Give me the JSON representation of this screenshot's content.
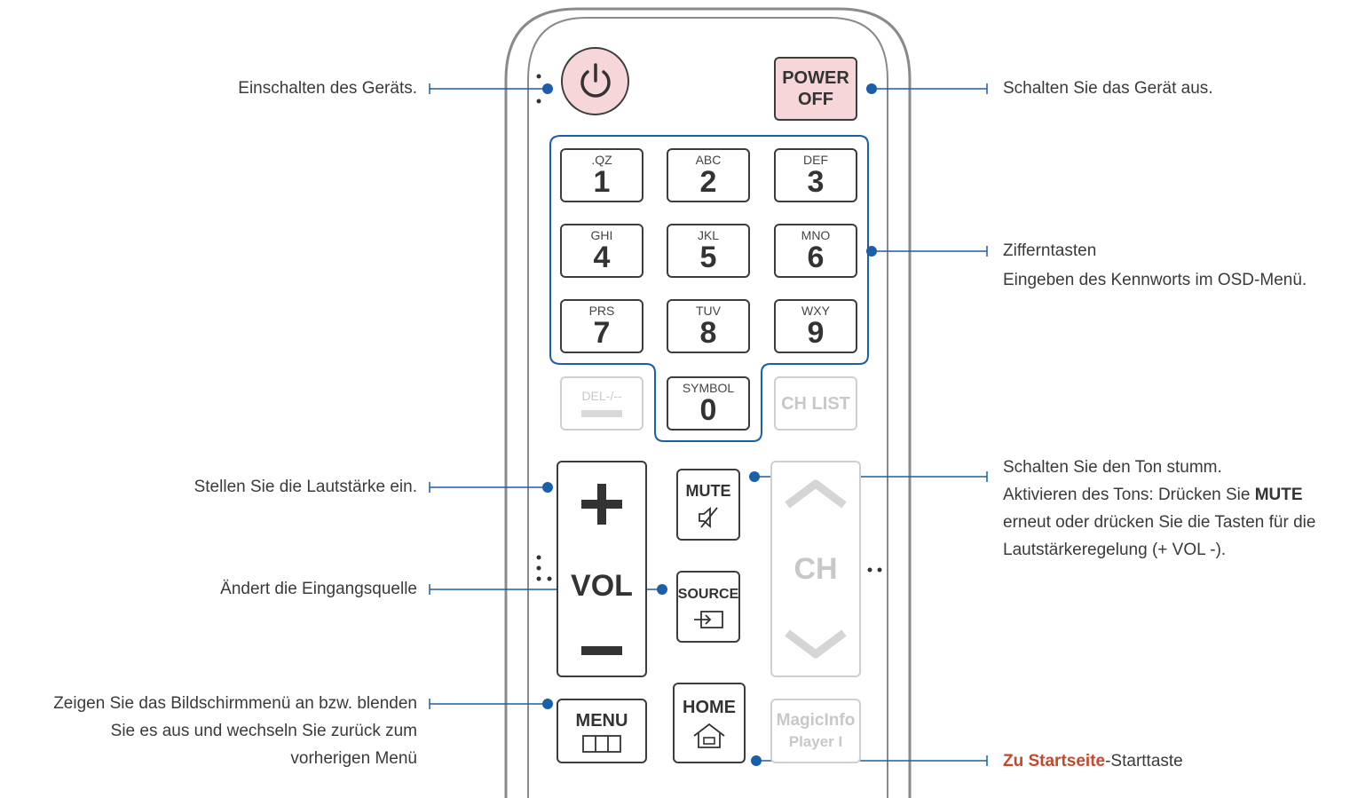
{
  "colors": {
    "line": "#1b5fa8",
    "power_bg": "#f6d6d8",
    "accent": "#c8472a",
    "outline": "#8a8a8a",
    "dim": "#cfcfcf"
  },
  "buttons": {
    "power_icon": "power-icon",
    "power_off": [
      "POWER",
      "OFF"
    ],
    "keypad": [
      {
        "letters": ".QZ",
        "digit": "1"
      },
      {
        "letters": "ABC",
        "digit": "2"
      },
      {
        "letters": "DEF",
        "digit": "3"
      },
      {
        "letters": "GHI",
        "digit": "4"
      },
      {
        "letters": "JKL",
        "digit": "5"
      },
      {
        "letters": "MNO",
        "digit": "6"
      },
      {
        "letters": "PRS",
        "digit": "7"
      },
      {
        "letters": "TUV",
        "digit": "8"
      },
      {
        "letters": "WXY",
        "digit": "9"
      }
    ],
    "del": "DEL-/--",
    "symbol": {
      "letters": "SYMBOL",
      "digit": "0"
    },
    "ch_list": "CH LIST",
    "vol": "VOL",
    "mute": "MUTE",
    "source": "SOURCE",
    "ch": "CH",
    "menu": "MENU",
    "home": "HOME",
    "magicinfo": [
      "MagicInfo",
      "Player I"
    ]
  },
  "labels": {
    "power_on": "Einschalten des Geräts.",
    "power_off": "Schalten Sie das Gerät aus.",
    "keypad_title": "Zifferntasten",
    "keypad_desc": "Eingeben des Kennworts im OSD-Menü.",
    "volume": "Stellen Sie die Lautstärke ein.",
    "mute_line1": "Schalten Sie den Ton stumm.",
    "mute_line2_pre": "Aktivieren des Tons: Drücken Sie ",
    "mute_line2_bold": "MUTE",
    "mute_line3": "erneut oder drücken Sie die Tasten für die",
    "mute_line4": "Lautstärkeregelung (+ VOL -).",
    "source": "Ändert die Eingangsquelle",
    "menu_line1": "Zeigen Sie das Bildschirmmenü an bzw. blenden",
    "menu_line2": "Sie es aus und wechseln Sie zurück zum",
    "menu_line3": "vorherigen Menü",
    "home_accent": "Zu Startseite",
    "home_rest": "-Starttaste"
  }
}
